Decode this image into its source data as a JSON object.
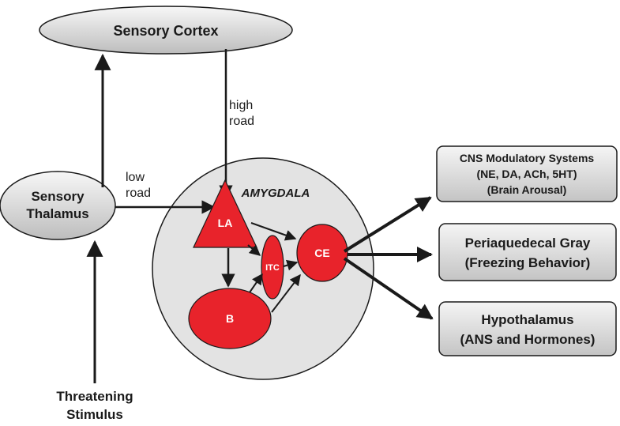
{
  "nodes": {
    "sensory_cortex": {
      "label": "Sensory Cortex"
    },
    "sensory_thalamus": {
      "line1": "Sensory",
      "line2": "Thalamus"
    },
    "threatening_stimulus": {
      "line1": "Threatening",
      "line2": "Stimulus"
    },
    "amygdala": {
      "label": "AMYGDALA"
    },
    "la": {
      "label": "LA"
    },
    "itc": {
      "label": "ITC"
    },
    "ce": {
      "label": "CE"
    },
    "b": {
      "label": "B"
    }
  },
  "paths": {
    "high_road": {
      "line1": "high",
      "line2": "road"
    },
    "low_road": {
      "line1": "low",
      "line2": "road"
    }
  },
  "outputs": {
    "cns": {
      "line1": "CNS Modulatory Systems",
      "line2": "(NE, DA, ACh, 5HT)",
      "line3": "(Brain Arousal)"
    },
    "pag": {
      "line1": "Periaquedecal Gray",
      "line2": "(Freezing Behavior)"
    },
    "hypothalamus": {
      "line1": "Hypothalamus",
      "line2": "(ANS and Hormones)"
    }
  },
  "colors": {
    "nucleus_red": "#e8232b",
    "amygdala_gray": "#e3e3e3",
    "ink": "#1a1a1a"
  }
}
